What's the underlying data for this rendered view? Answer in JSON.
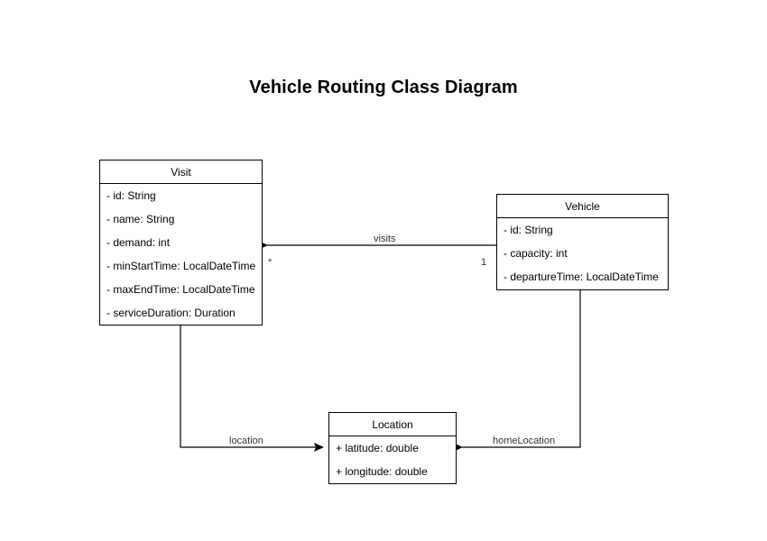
{
  "diagram": {
    "title": "Vehicle Routing Class Diagram",
    "background_color": "#ffffff",
    "line_color": "#000000",
    "text_color": "#000000",
    "label_color": "#333333",
    "classes": [
      {
        "id": "visit",
        "name": "Visit",
        "attributes": [
          "- id: String",
          "- name: String",
          "- demand: int",
          "- minStartTime: LocalDateTime",
          "- maxEndTime: LocalDateTime",
          "- serviceDuration: Duration"
        ]
      },
      {
        "id": "vehicle",
        "name": "Vehicle",
        "attributes": [
          "- id: String",
          "- capacity: int",
          "- departureTime: LocalDateTime"
        ]
      },
      {
        "id": "location",
        "name": "Location",
        "attributes": [
          "+ latitude: double",
          "+ longitude: double"
        ]
      }
    ],
    "associations": [
      {
        "id": "visits",
        "label": "visits",
        "source": "Vehicle",
        "target": "Visit",
        "source_multiplicity": "1",
        "target_multiplicity": "*"
      },
      {
        "id": "location",
        "label": "location",
        "source": "Visit",
        "target": "Location",
        "source_multiplicity": "",
        "target_multiplicity": ""
      },
      {
        "id": "home-location",
        "label": "homeLocation",
        "source": "Vehicle",
        "target": "Location",
        "source_multiplicity": "",
        "target_multiplicity": ""
      }
    ]
  }
}
